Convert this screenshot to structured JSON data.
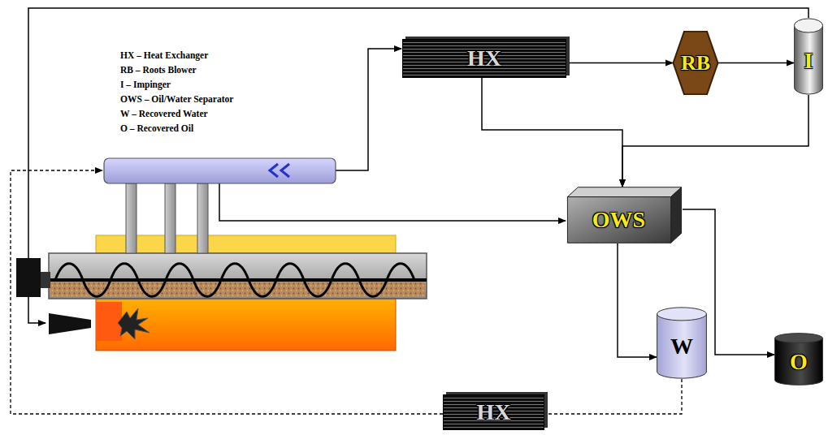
{
  "diagram": {
    "nodes": [
      {
        "text": [
          "HX"
        ]
      },
      {
        "text": [
          "RB"
        ]
      },
      {
        "text": [
          "I"
        ]
      },
      {
        "text": [
          "OWS"
        ]
      },
      {
        "text": [
          "W"
        ]
      },
      {
        "text": [
          "O"
        ]
      },
      {
        "text": [
          "HX"
        ]
      }
    ],
    "edges": [
      {
        "from": 0,
        "to": 1,
        "arrow": "to"
      },
      {
        "from": 1,
        "to": 2,
        "arrow": "to"
      },
      {
        "from": 0,
        "to": 3,
        "arrow": "to"
      },
      {
        "from": 2,
        "to": 3,
        "arrow": "to"
      },
      {
        "from": 3,
        "to": 4,
        "arrow": "to"
      },
      {
        "from": 3,
        "to": 5,
        "arrow": "to"
      },
      {
        "from": 4,
        "to": 6,
        "arrow": "none"
      }
    ],
    "labels": [
      "HX – Heat Exchanger",
      "RB – Roots Blower",
      "I – Impinger",
      "OWS – Oil/Water Separator",
      "W – Recovered Water",
      "O – Recovered Oil"
    ]
  }
}
